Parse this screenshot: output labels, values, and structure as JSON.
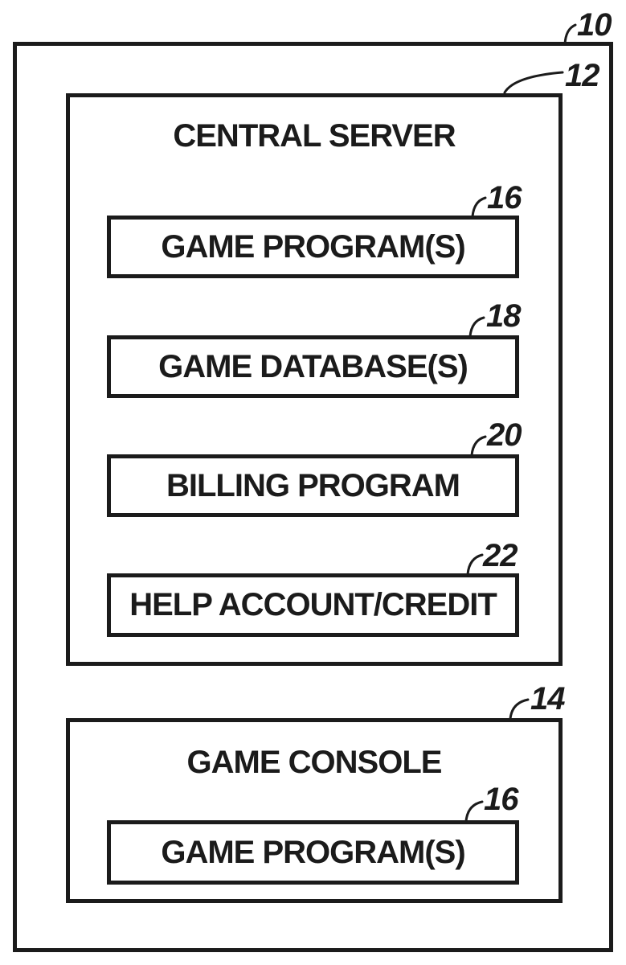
{
  "diagram": {
    "outer_system": {
      "ref": "10"
    },
    "central_server": {
      "ref": "12",
      "title": "CENTRAL SERVER",
      "modules": [
        {
          "ref": "16",
          "label": "GAME PROGRAM(S)"
        },
        {
          "ref": "18",
          "label": "GAME DATABASE(S)"
        },
        {
          "ref": "20",
          "label": "BILLING PROGRAM"
        },
        {
          "ref": "22",
          "label": "HELP ACCOUNT/CREDIT"
        }
      ]
    },
    "game_console": {
      "ref": "14",
      "title": "GAME CONSOLE",
      "modules": [
        {
          "ref": "16",
          "label": "GAME PROGRAM(S)"
        }
      ]
    },
    "colors": {
      "ink": "#1b1b1b",
      "background": "#ffffff"
    }
  }
}
